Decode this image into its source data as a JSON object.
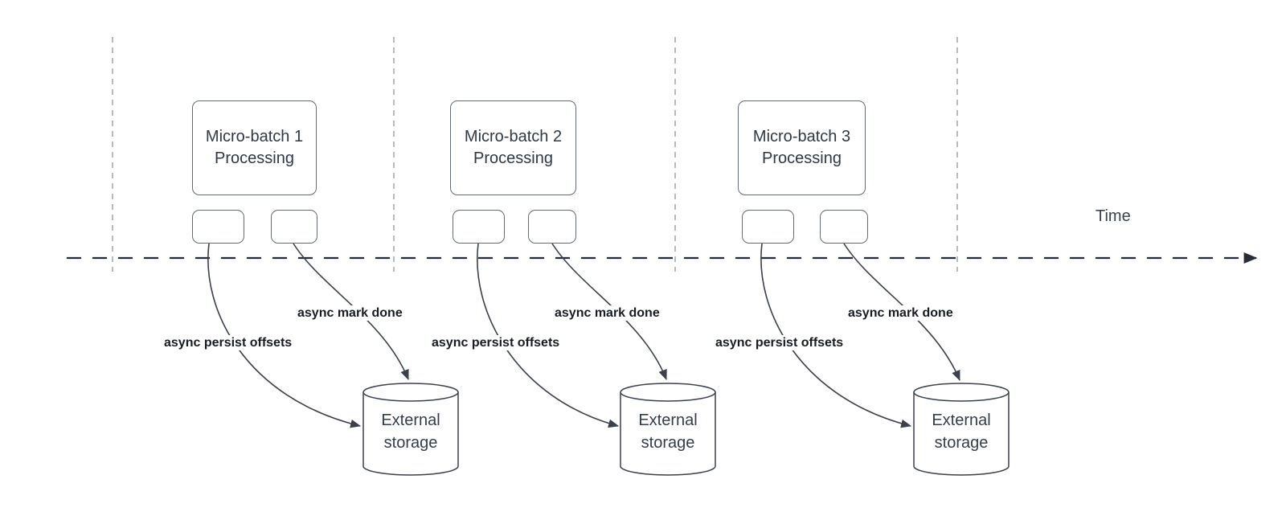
{
  "colors": {
    "background": "#ffffff",
    "shape_stroke": "#646b73",
    "connector_stroke": "#3a414b",
    "timeline_stroke": "#272d36",
    "guide_stroke": "#9aa0a5",
    "box_text": "#2e3945",
    "storage_text": "#333e4a",
    "annotation_text": "#171c24",
    "time_text": "#39424e",
    "shape_fill": "#ffffff"
  },
  "time_axis": {
    "label": "Time"
  },
  "batches": [
    {
      "processing_label": "Micro-batch 1\nProcessing",
      "persist_label": "async persist offsets",
      "mark_done_label": "async mark done",
      "storage_label": "External\nstorage"
    },
    {
      "processing_label": "Micro-batch 2\nProcessing",
      "persist_label": "async persist offsets",
      "mark_done_label": "async mark done",
      "storage_label": "External\nstorage"
    },
    {
      "processing_label": "Micro-batch 3\nProcessing",
      "persist_label": "async persist offsets",
      "mark_done_label": "async mark done",
      "storage_label": "External\nstorage"
    }
  ]
}
